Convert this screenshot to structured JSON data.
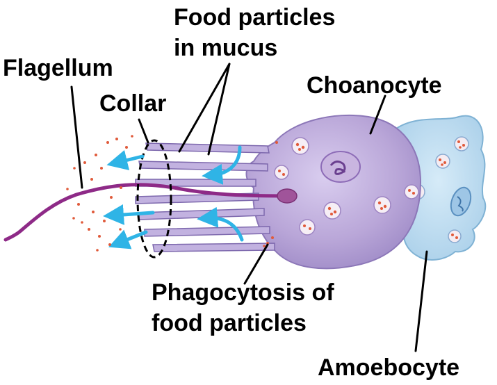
{
  "labels": {
    "food_particles_line1": "Food particles",
    "food_particles_line2": "in mucus",
    "flagellum": "Flagellum",
    "collar": "Collar",
    "choanocyte": "Choanocyte",
    "phagocytosis_line1": "Phagocytosis of",
    "phagocytosis_line2": "food particles",
    "amoebocyte": "Amoebocyte"
  },
  "colors": {
    "choanocyte_fill": "#b9a6d8",
    "choanocyte_stroke": "#8c77b8",
    "amoebocyte_fill": "#b8d8ee",
    "amoebocyte_stroke": "#7fb2d4",
    "flagellum": "#8e2a87",
    "arrow": "#2fb4e6",
    "food_particle": "#e05a3a",
    "nucleus": "#a0549a"
  },
  "icons": {
    "flow_arrow": "water-current-arrow",
    "food_particle": "red-dot"
  }
}
